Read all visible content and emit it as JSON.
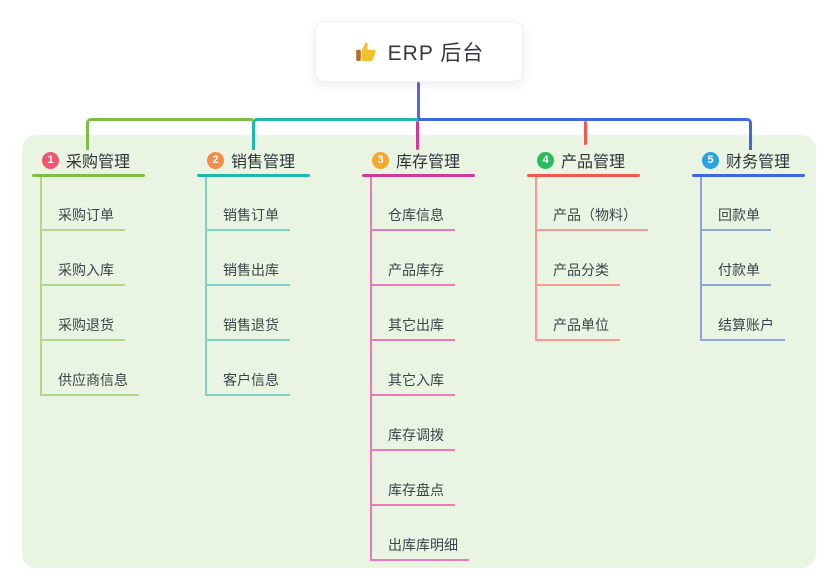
{
  "root": {
    "title": "ERP 后台",
    "icon": "thumbs-up-icon"
  },
  "theme": {
    "canvas_bg": "#ffffff",
    "panel_bg": "#e9f5e2",
    "root_line_color": "#5767d6",
    "title_text_color": "#2f343b",
    "child_text_color": "#3e434a"
  },
  "branches": [
    {
      "index": "1",
      "label": "采购管理",
      "badge_color": "#f2556e",
      "line_color": "#7fbe45",
      "child_line_color": "#b2d88e",
      "children": [
        "采购订单",
        "采购入库",
        "采购退货",
        "供应商信息"
      ]
    },
    {
      "index": "2",
      "label": "销售管理",
      "badge_color": "#f28b4b",
      "line_color": "#1fb6ae",
      "child_line_color": "#7fd2c8",
      "children": [
        "销售订单",
        "销售出库",
        "销售退货",
        "客户信息"
      ]
    },
    {
      "index": "3",
      "label": "库存管理",
      "badge_color": "#f8a729",
      "line_color": "#d23a98",
      "child_line_color": "#ed77b9",
      "children": [
        "仓库信息",
        "产品库存",
        "其它出库",
        "其它入库",
        "库存调拨",
        "库存盘点",
        "出库库明细"
      ]
    },
    {
      "index": "4",
      "label": "产品管理",
      "badge_color": "#2bbc60",
      "line_color": "#f4574f",
      "child_line_color": "#f59b94",
      "children": [
        "产品（物料）",
        "产品分类",
        "产品单位"
      ]
    },
    {
      "index": "5",
      "label": "财务管理",
      "badge_color": "#29a3e8",
      "line_color": "#3d68df",
      "child_line_color": "#8ca5df",
      "children": [
        "回款单",
        "付款单",
        "结算账户"
      ]
    }
  ]
}
